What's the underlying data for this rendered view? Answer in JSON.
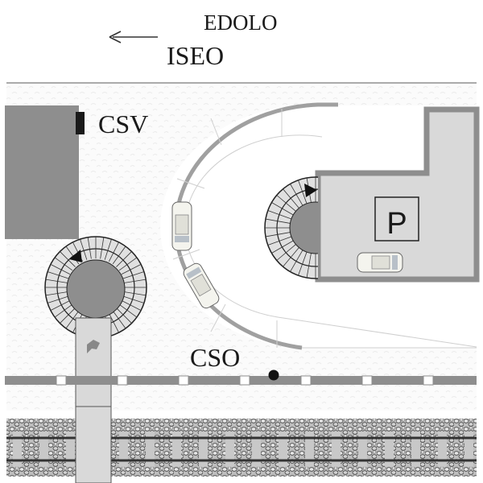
{
  "direction": {
    "upper_destination": "EDOLO",
    "lower_destination": "ISEO",
    "arrow_icon": "arrow-left-icon"
  },
  "labels": {
    "csv": "CSV",
    "cso": "CSO",
    "parking": "P"
  },
  "colors": {
    "building": "#8e8e8e",
    "pavement": "#d9d9d9",
    "road_edge": "#a0a0a0",
    "marker": "#1a1a1a"
  }
}
